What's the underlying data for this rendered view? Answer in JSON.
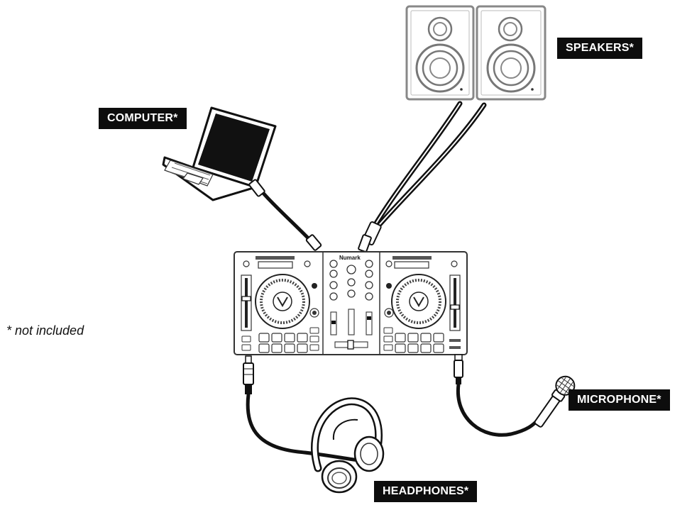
{
  "labels": {
    "speakers": "SPEAKERS*",
    "computer": "COMPUTER*",
    "microphone": "MICROPHONE*",
    "headphones": "HEADPHONES*"
  },
  "footnote": "* not included",
  "controller": {
    "brand": "Numark"
  }
}
